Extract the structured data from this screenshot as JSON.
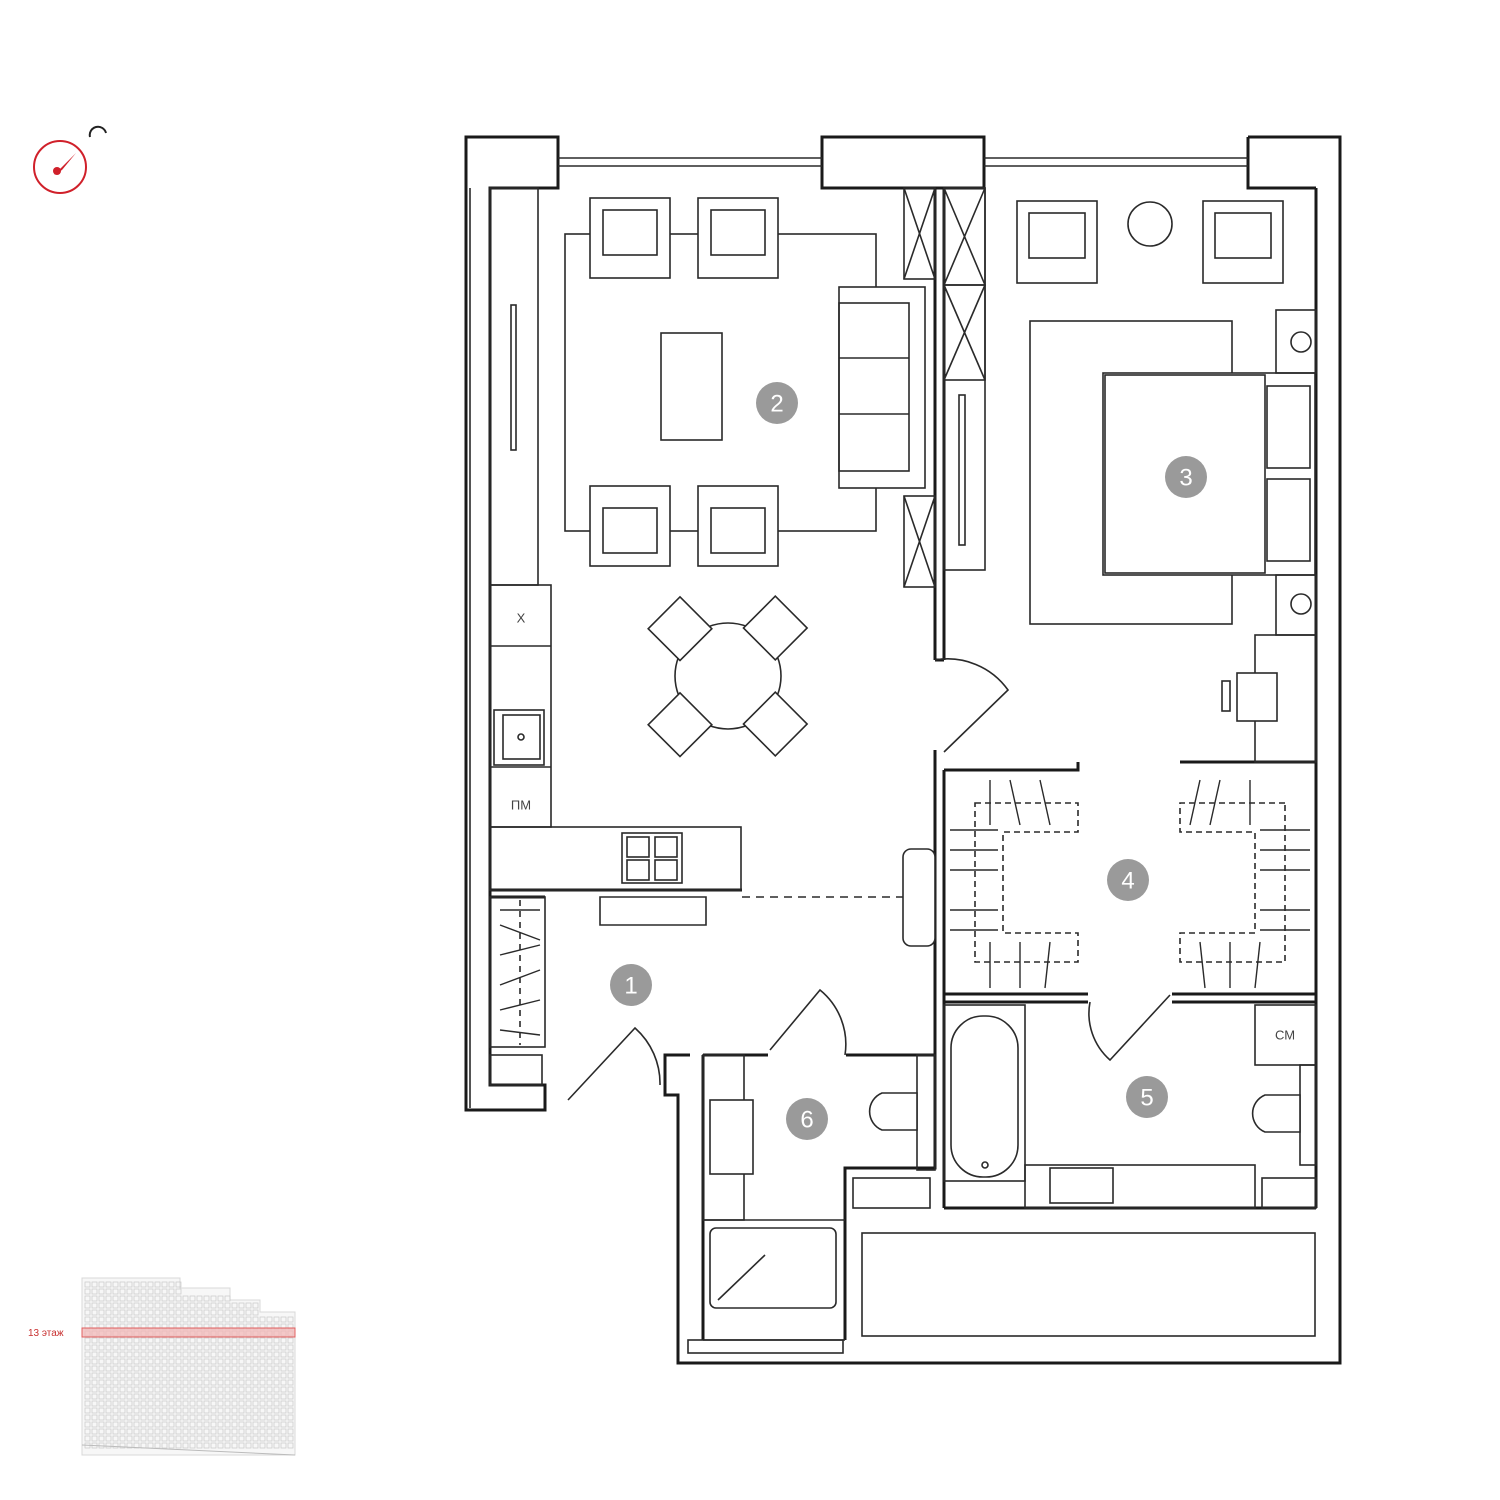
{
  "compass": {
    "icon": "compass-icon",
    "color": "#d0202a"
  },
  "rooms": [
    {
      "id": "room-1",
      "number": "1"
    },
    {
      "id": "room-2",
      "number": "2"
    },
    {
      "id": "room-3",
      "number": "3"
    },
    {
      "id": "room-4",
      "number": "4"
    },
    {
      "id": "room-5",
      "number": "5"
    },
    {
      "id": "room-6",
      "number": "6"
    }
  ],
  "appliances": {
    "fridge_label": "Х",
    "dishwasher_label": "ПМ",
    "washer_label": "СМ"
  },
  "floor_indicator": {
    "label": "13 этаж",
    "highlight_color": "#e89a9a"
  }
}
